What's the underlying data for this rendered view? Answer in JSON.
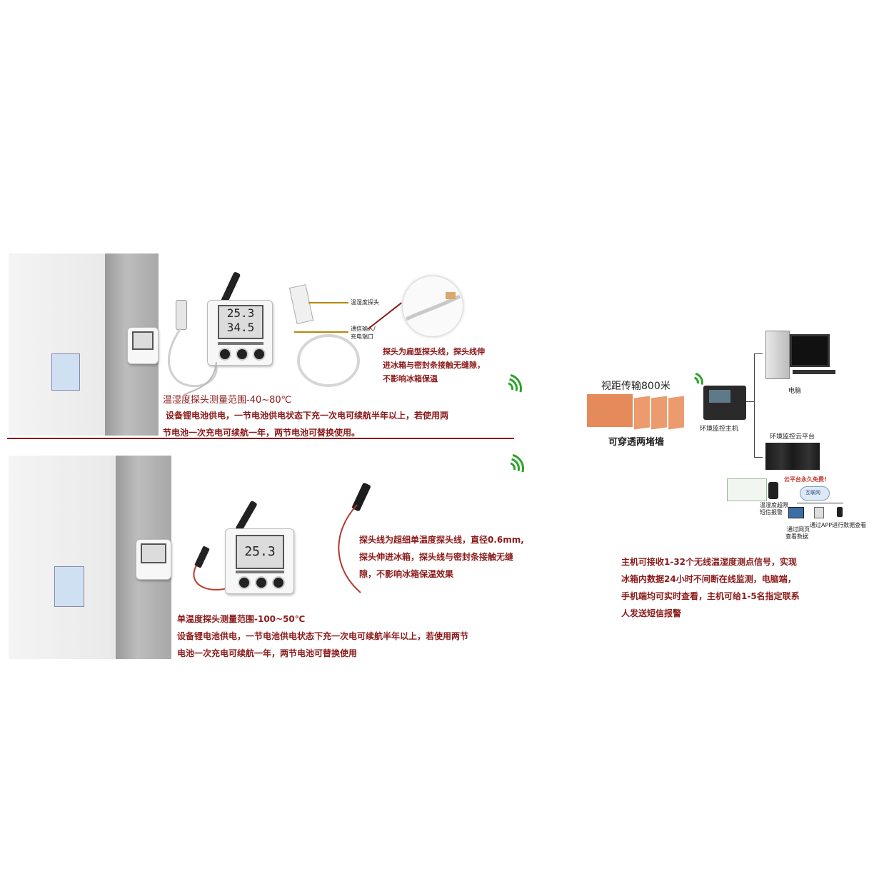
{
  "panel1": {
    "lcd_line1": "25.3",
    "lcd_line2": "34.5",
    "probe_label": "温湿度探头",
    "port_label_1": "通信输入/",
    "port_label_2": "充电端口",
    "probe_desc_1": "探头为扁型探头线，探头线伸",
    "probe_desc_2": "进冰箱与密封条接触无缝隙，",
    "probe_desc_3": "不影响冰箱保温",
    "range": "温湿度探头测量范围-40~80℃",
    "battery_1": "设备锂电池供电，一节电池供电状态下充一次电可续航半年以上，若使用两",
    "battery_2": "节电池一次充电可续航一年，两节电池可替换使用。"
  },
  "panel2": {
    "lcd_line1": "25.3",
    "probe_desc_1": "探头线为超细单温度探头线，直径0.6mm,",
    "probe_desc_2": "探头伸进冰箱，探头线与密封条接触无缝",
    "probe_desc_3": "隙，不影响冰箱保温效果",
    "range": "单温度探头测量范围-100~50℃",
    "battery_1": "设备锂电池供电，一节电池供电状态下充一次电可续航半年以上，若使用两节",
    "battery_2": "电池一次充电可续航一年，两节电池可替换使用"
  },
  "system": {
    "distance": "视距传输800米",
    "walls": "可穿透两堵墙",
    "host": "环境监控主机",
    "computer": "电脑",
    "cloud": "环境监控云平台",
    "cloud_free": "云平台永久免费!",
    "internet": "互联网",
    "sms_1": "温湿度超限",
    "sms_2": "短信报警",
    "web_1": "通过网页",
    "web_2": "查看数据",
    "app": "通过APP进行数据查看",
    "desc_1": "主机可接收1-32个无线温湿度测点信号，实现",
    "desc_2": "冰箱内数据24小时不间断在线监测，电脑端，",
    "desc_3": "手机端均可实时查看，主机可给1-5名指定联系",
    "desc_4": "人发送短信报警"
  },
  "colors": {
    "accent_red": "#8b1a1a",
    "wifi_green": "#2aa32a",
    "wall_orange": "#e58a5a"
  }
}
